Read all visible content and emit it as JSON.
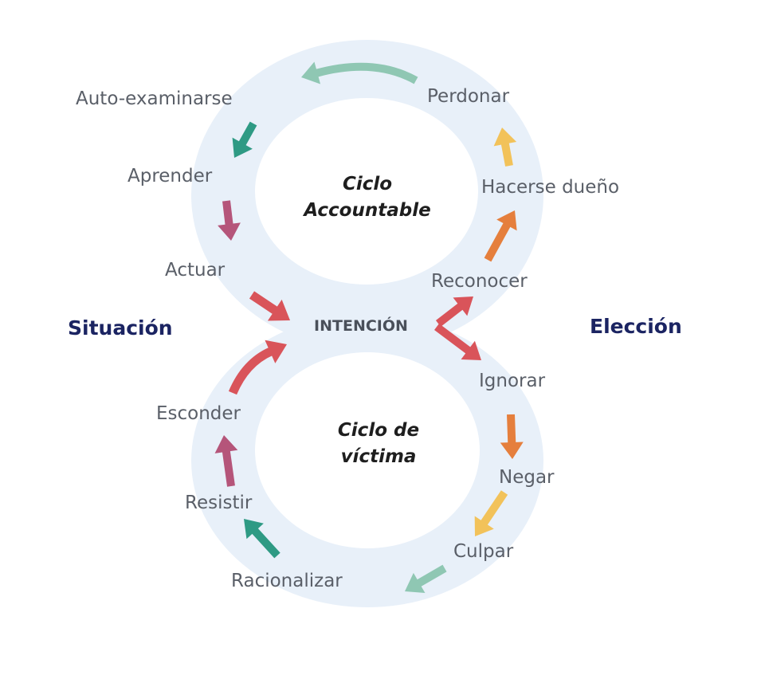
{
  "colors": {
    "ring": "#e8f0f9",
    "red": "#d9545a",
    "orange": "#e57f3d",
    "yellow": "#f2c25a",
    "light_teal": "#8fc7b3",
    "teal": "#2e9a84",
    "magenta": "#b5557a"
  },
  "top_cycle": {
    "title_line1": "Ciclo",
    "title_line2": "Accountable",
    "steps": [
      "Reconocer",
      "Hacerse dueño",
      "Perdonar",
      "Auto-examinarse",
      "Aprender",
      "Actuar"
    ]
  },
  "bottom_cycle": {
    "title_line1": "Ciclo de",
    "title_line2": "víctima",
    "steps": [
      "Ignorar",
      "Negar",
      "Culpar",
      "Racionalizar",
      "Resistir",
      "Esconder"
    ]
  },
  "center_label": "INTENCIÓN",
  "left_label": "Situación",
  "right_label": "Elección"
}
